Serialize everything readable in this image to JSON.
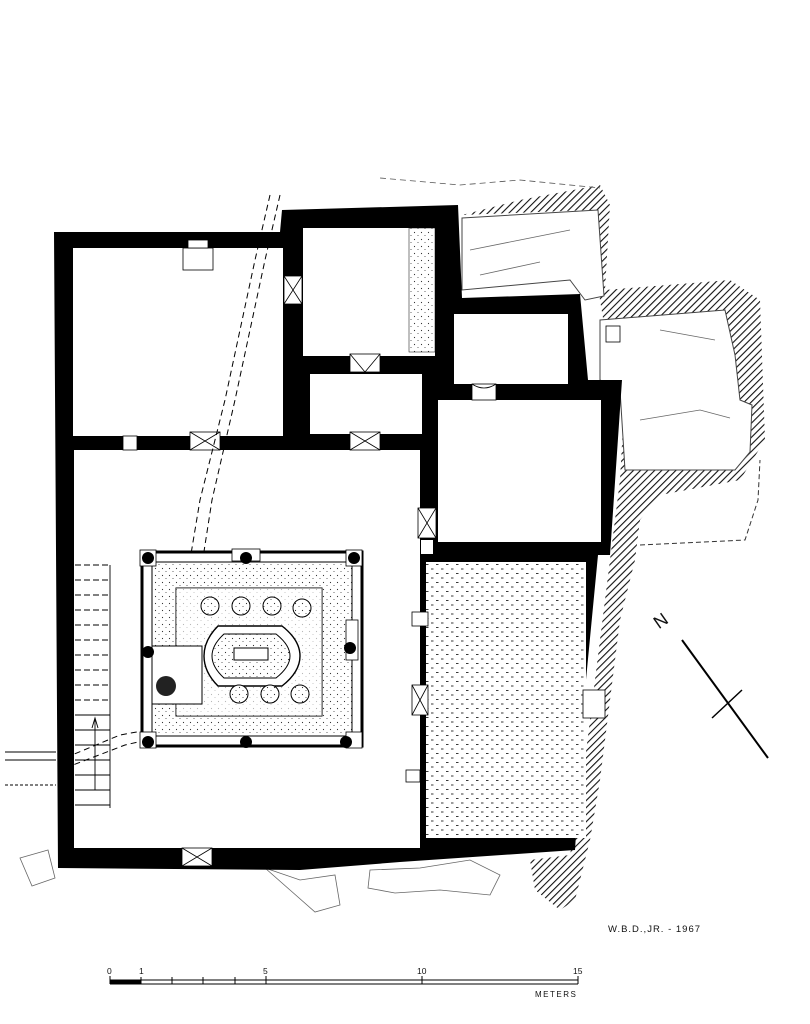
{
  "drawing": {
    "author": "W.B.D.,JR. - 1967",
    "north_label": "N",
    "scale": {
      "ticks": [
        "0",
        "1",
        "5",
        "10",
        "15"
      ],
      "units": "METERS",
      "max": 15
    }
  }
}
